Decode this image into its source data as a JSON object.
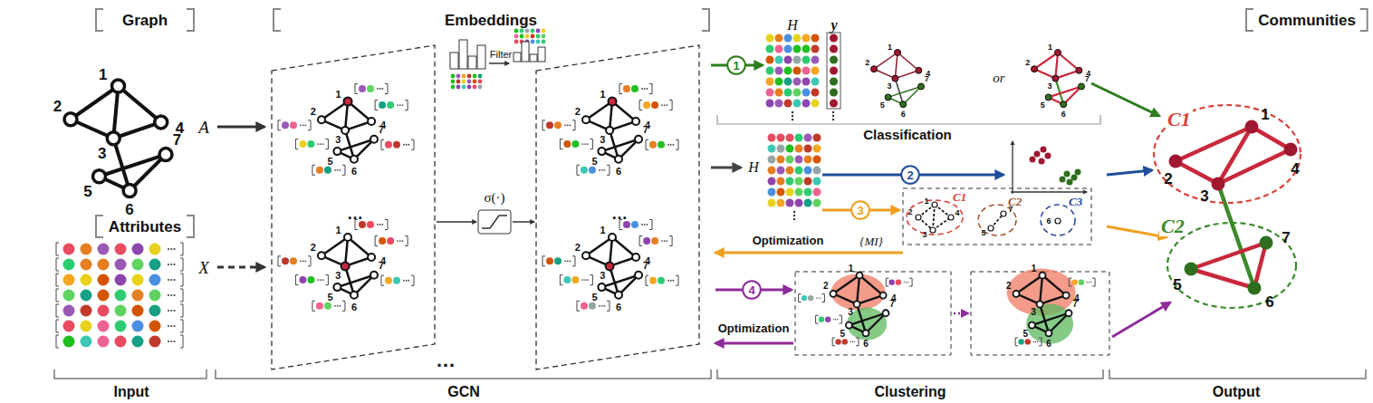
{
  "diagram": {
    "nodes": [
      {
        "text": [
          "Graph"
        ]
      },
      {
        "text": [
          "Attributes"
        ]
      },
      {
        "text": [
          "Embeddings"
        ]
      },
      {
        "text": [
          "Communities"
        ]
      },
      {
        "text": [
          "1"
        ]
      },
      {
        "text": [
          "2"
        ]
      },
      {
        "text": [
          "3"
        ]
      },
      {
        "text": [
          "4"
        ]
      },
      {
        "text": [
          "C1"
        ]
      },
      {
        "text": [
          "C2"
        ]
      },
      {
        "text": [
          "C3"
        ]
      },
      {
        "text": [
          "C1"
        ]
      },
      {
        "text": [
          "C2"
        ]
      }
    ],
    "labels": [
      "A",
      "X",
      "Filter",
      "σ(·)",
      "…",
      "…",
      "…",
      "H",
      "y",
      "or",
      "Classification",
      "H",
      "Optimization",
      "{MI}",
      "Optimization",
      "Input",
      "GCN",
      "Clustering",
      "Output",
      "1",
      "2",
      "3",
      "4",
      "5",
      "6",
      "7",
      "1",
      "2",
      "3",
      "4",
      "5",
      "6",
      "7",
      "1",
      "2",
      "3",
      "4",
      "5",
      "6",
      "7",
      "1",
      "2",
      "3",
      "4",
      "5",
      "6",
      "7",
      "1",
      "2",
      "3",
      "4",
      "5",
      "6",
      "7",
      "1",
      "2",
      "3",
      "4",
      "5",
      "6",
      "7",
      "1",
      "2",
      "3",
      "4",
      "5",
      "6",
      "7",
      "1",
      "2",
      "3",
      "4",
      "5",
      "6",
      "7",
      "1",
      "2",
      "3",
      "4",
      "5",
      "6",
      "7",
      "1",
      "2",
      "3",
      "4",
      "5",
      "6",
      "7",
      "1",
      "2",
      "3",
      "4",
      "5",
      "6",
      "7"
    ]
  }
}
